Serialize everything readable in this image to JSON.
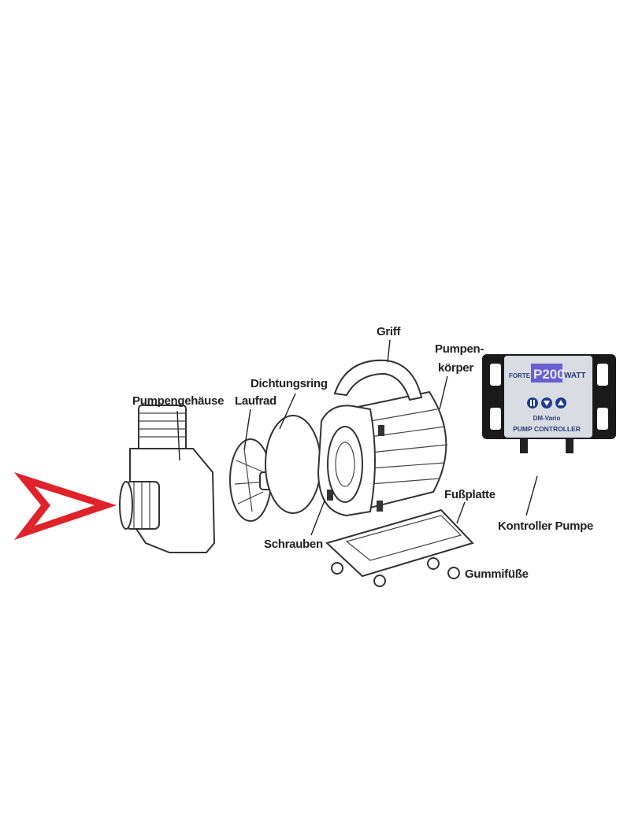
{
  "labels": {
    "griff": "Griff",
    "pumpenkoerper_1": "Pumpen-",
    "pumpenkoerper_2": "körper",
    "dichtungsring": "Dichtungsring",
    "pumpengehaeuse": "Pumpengehäuse",
    "laufrad": "Laufrad",
    "fussplatte": "Fußplatte",
    "kontroller": "Kontroller Pumpe",
    "schrauben": "Schrauben",
    "gummifuesse": "Gummifüße"
  },
  "controller": {
    "brand": "FORTE",
    "display": "P200",
    "unit": "WATT",
    "model": "DM-Vario",
    "name": "PUMP CONTROLLER",
    "buttons": [
      "pause-icon",
      "down-triangle-icon",
      "up-triangle-icon"
    ]
  },
  "colors": {
    "arrow": "#e0222a",
    "display": "#6a5fd0",
    "panel": "#d9dde3",
    "housing": "#1a1a1a"
  }
}
